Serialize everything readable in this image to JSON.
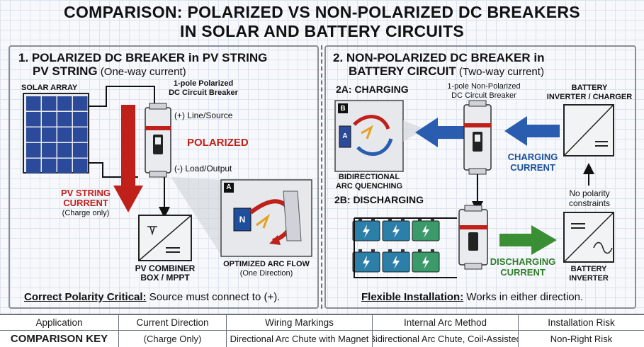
{
  "title": {
    "line1": "COMPARISON: POLARIZED VS NON-POLARIZED DC BREAKERS",
    "line2": "IN SOLAR AND BATTERY CIRCUITS"
  },
  "left": {
    "heading_line1": "1. POLARIZED DC BREAKER in PV STRING",
    "heading_line2_bold": "PV STRING",
    "heading_line2_sub": " (One-way current)",
    "solar_array": "SOLAR ARRAY",
    "breaker_label_1": "1-pole Polarized",
    "breaker_label_2": "DC Circuit Breaker",
    "line_source": "(+) Line/Source",
    "load_output": "(-) Load/Output",
    "polarized": "POLARIZED",
    "current_1": "PV STRING",
    "current_2": "CURRENT",
    "current_3": "(Charge only)",
    "combiner_1": "PV COMBINER",
    "combiner_2": "BOX / MPPT",
    "inset_tag": "A",
    "magnet_label": "N",
    "arc_label_1": "OPTIMIZED ARC FLOW",
    "arc_label_2": "(One Direction)",
    "footer_bold": "Correct Polarity Critical:",
    "footer_rest": " Source must connect to (+)."
  },
  "right": {
    "heading_line1": "2. NON-POLARIZED DC BREAKER in",
    "heading_line2_bold": "BATTERY CIRCUIT",
    "heading_line2_sub": " (Two-way current)",
    "charging_title": "2A: CHARGING",
    "discharging_title": "2B: DISCHARGING",
    "breaker_label_1": "1-pole Non-Polarized",
    "breaker_label_2": "DC Circuit Breaker",
    "inverter_charger_1": "BATTERY",
    "inverter_charger_2": "INVERTER / CHARGER",
    "inset_tag": "B",
    "inset_a": "A",
    "bidir_1": "BIDIRECTIONAL",
    "bidir_2": "ARC QUENCHING",
    "charging_current_1": "CHARGING",
    "charging_current_2": "CURRENT",
    "no_polarity_1": "No polarity",
    "no_polarity_2": "constraints",
    "discharging_current_1": "DISCHARGING",
    "discharging_current_2": "CURRENT",
    "battery_inverter_1": "BATTERY",
    "battery_inverter_2": "INVERTER",
    "footer_bold": "Flexible Installation:",
    "footer_rest": " Works in either direction."
  },
  "key_table": {
    "headers": [
      "Application",
      "Current Direction",
      "Wiring Markings",
      "Internal Arc Method",
      "Installation Risk"
    ],
    "row": [
      "COMPARISON KEY",
      "(Charge Only)",
      "Directional Arc Chute with Magnet",
      "Bidirectional Arc Chute, Coil-Assisted",
      "Non-Right Risk"
    ]
  },
  "colors": {
    "red_arrow": "#c0201a",
    "blue_arrow": "#2a5db0",
    "green_arrow": "#3a8f34",
    "battery": "#2b7fa8",
    "panel_cell": "#2c4a9a"
  }
}
